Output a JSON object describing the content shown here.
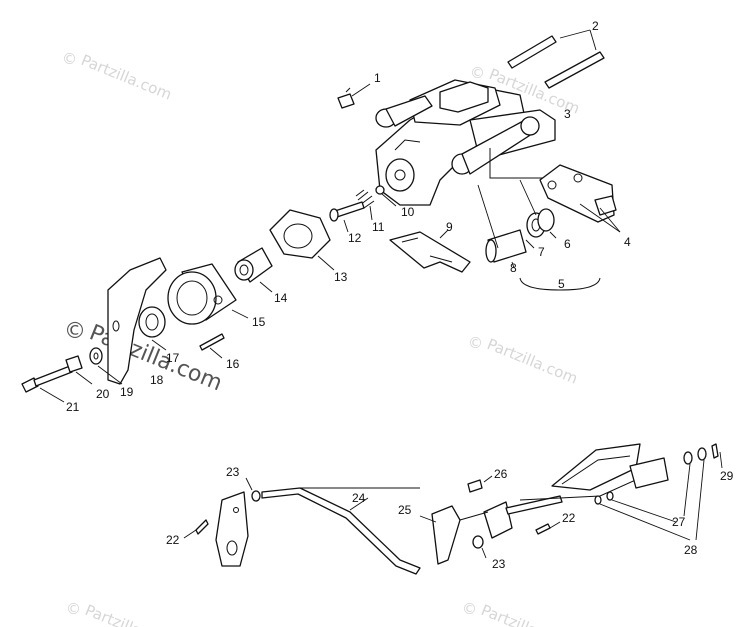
{
  "watermark": {
    "text": "Partzilla.com",
    "copyright_symbol": "©"
  },
  "callouts": [
    "1",
    "2",
    "3",
    "4",
    "5",
    "6",
    "7",
    "8",
    "9",
    "10",
    "11",
    "12",
    "13",
    "14",
    "15",
    "16",
    "17",
    "18",
    "19",
    "20",
    "21",
    "22",
    "22",
    "23",
    "23",
    "24",
    "25",
    "26",
    "27",
    "28",
    "29"
  ],
  "icons": {
    "master_cylinder": "master-cylinder-icon",
    "brake_pedal": "brake-pedal-icon",
    "brake_rod": "brake-rod-icon",
    "pedal_bracket": "pedal-bracket-icon",
    "caliper_bracket": "caliper-bracket-icon"
  },
  "colors": {
    "line": "#111111",
    "watermark": "#d6d6d6",
    "background": "#ffffff"
  }
}
